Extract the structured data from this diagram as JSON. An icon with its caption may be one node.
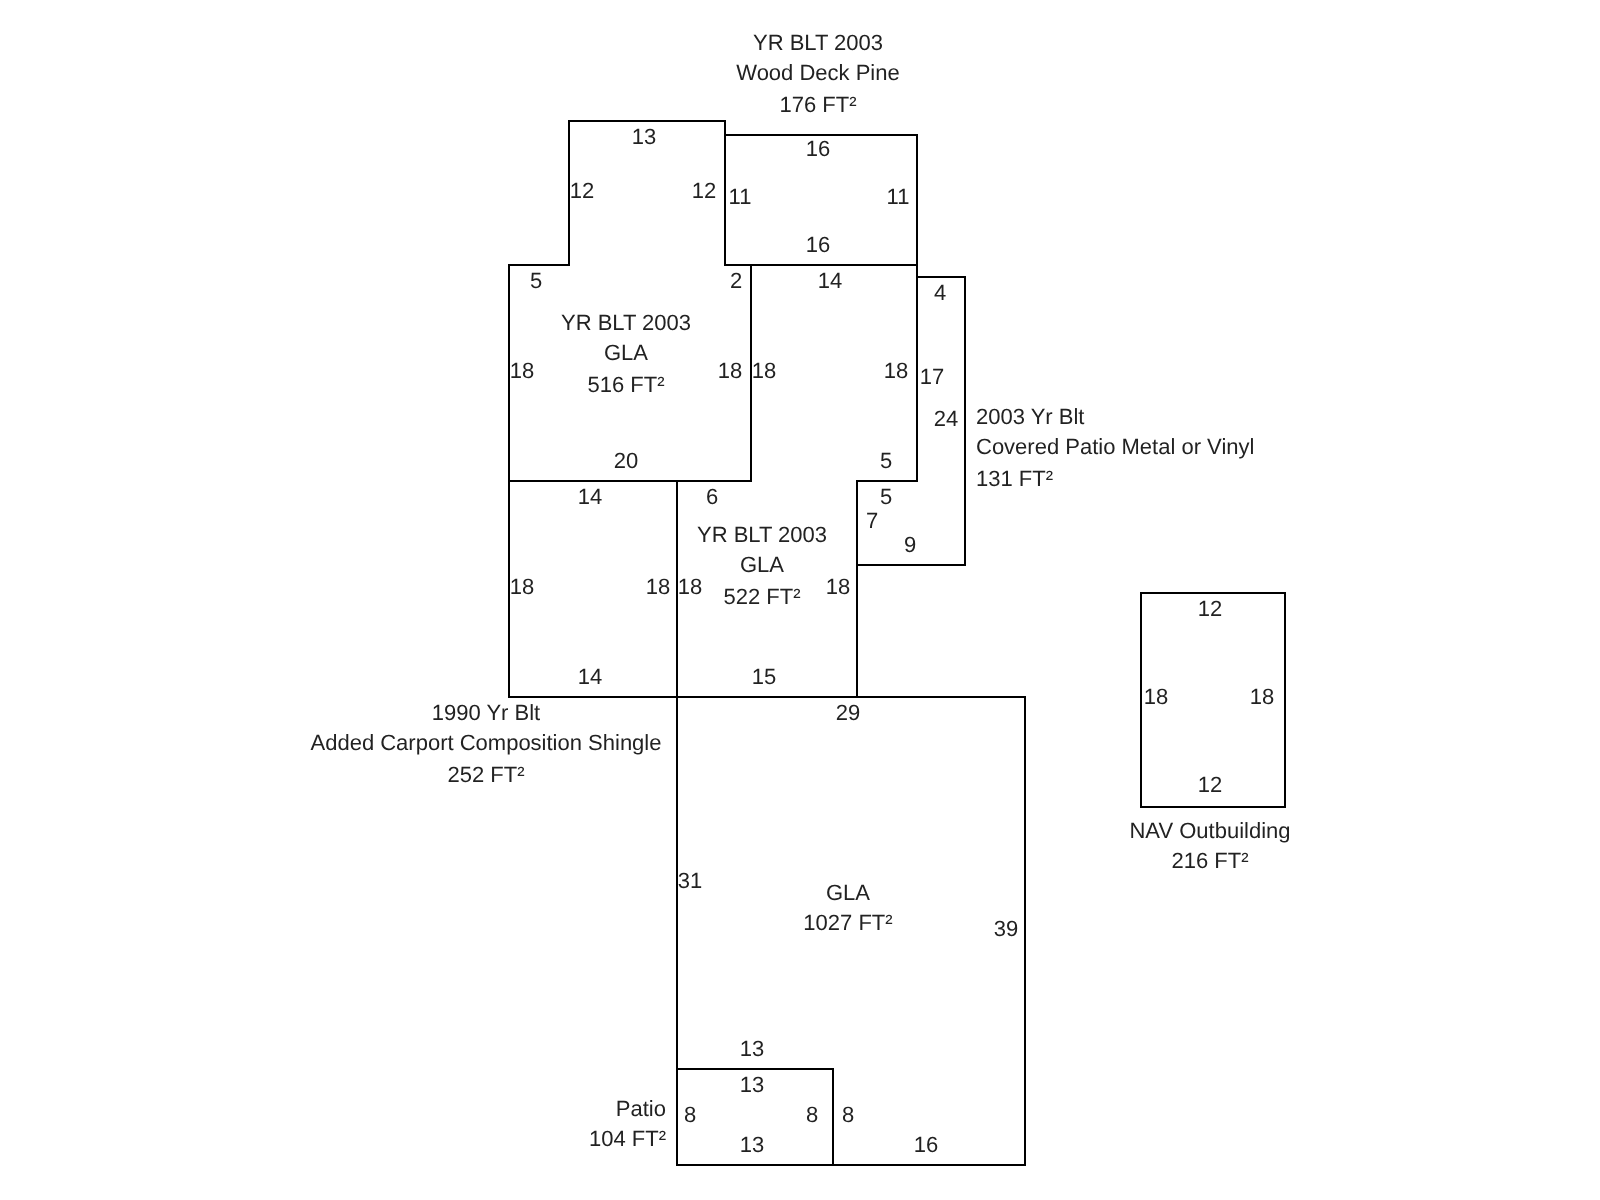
{
  "diagram": {
    "nodes": [
      {
        "text": [
          "YR BLT 2003",
          "Wood Deck Pine",
          "176 FT²"
        ]
      },
      {
        "text": [
          "YR BLT 2003",
          "GLA",
          "516 FT²"
        ]
      },
      {
        "text": [
          "YR BLT 2003",
          "GLA",
          "522 FT²"
        ]
      },
      {
        "text": [
          "2003 Yr Blt",
          "Covered Patio Metal or Vinyl",
          "131 FT²"
        ]
      },
      {
        "text": [
          "1990 Yr Blt",
          "Added Carport Composition Shingle",
          "252 FT²"
        ]
      },
      {
        "text": [
          "NAV Outbuilding",
          "216 FT²"
        ]
      },
      {
        "text": [
          "GLA",
          "1027 FT²"
        ]
      },
      {
        "text": [
          "Patio",
          "104 FT²"
        ],
        "in": 6
      }
    ],
    "labels": [
      "13",
      "16",
      "12",
      "12",
      "11",
      "11",
      "16",
      "5",
      "2",
      "14",
      "4",
      "18",
      "18",
      "18",
      "18",
      "17",
      "24",
      "20",
      "5",
      "14",
      "6",
      "5",
      "7",
      "9",
      "18",
      "18",
      "18",
      "18",
      "12",
      "14",
      "15",
      "18",
      "18",
      "29",
      "12",
      "31",
      "39",
      "13",
      "13",
      "8",
      "8",
      "8",
      "13",
      "16"
    ]
  }
}
